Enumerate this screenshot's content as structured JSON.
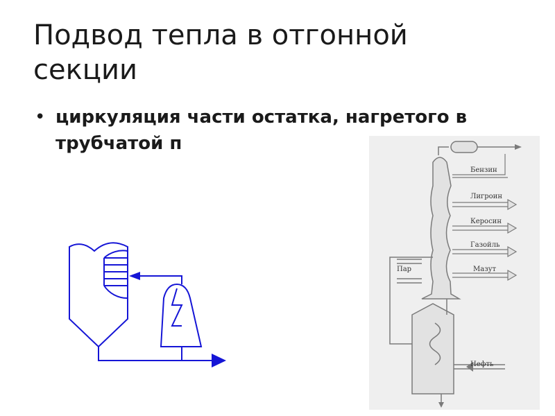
{
  "slide": {
    "title": "Подвод тепла в отгонной секции",
    "bullets": [
      "циркуляция части остатка, нагретого в трубчатой п"
    ]
  },
  "right_diagram": {
    "labels": [
      "Бензин",
      "Лигроин",
      "Керосин",
      "Газойль",
      "Мазут",
      "Пар",
      "Нефть"
    ]
  },
  "colors": {
    "left_scheme": "#1515d6",
    "right_scheme_line": "#7a7a7a",
    "right_scheme_bg": "#efefef"
  }
}
